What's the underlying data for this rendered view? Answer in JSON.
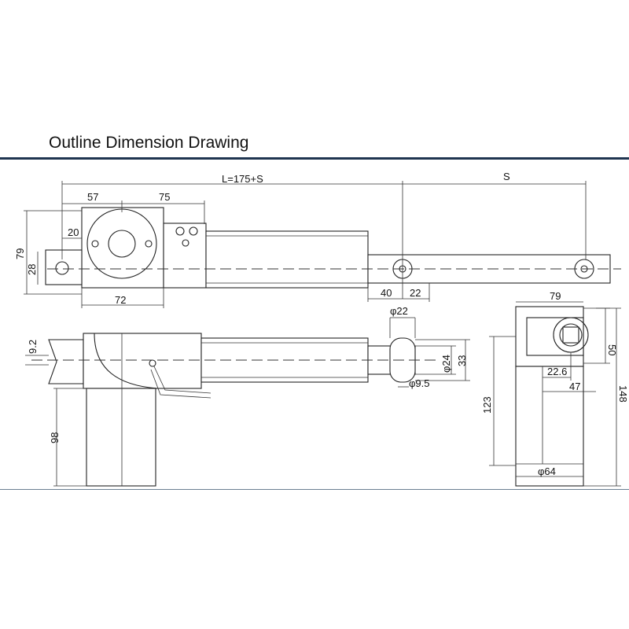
{
  "title": "Outline Dimension Drawing",
  "dimensions": {
    "top_view": {
      "overall_length": "L=175+S",
      "stroke": "S",
      "d57": "57",
      "d75": "75",
      "d20": "20",
      "d79": "79",
      "d28": "28",
      "d72": "72",
      "d40": "40",
      "d22": "22"
    },
    "side_view": {
      "d9_2": "9.2",
      "phi22": "φ22",
      "phi24": "φ24",
      "d33": "33",
      "phi9_5": "φ9.5",
      "d98": "98"
    },
    "end_view": {
      "d79": "79",
      "d50": "50",
      "d22_6": "22.6",
      "d47": "47",
      "d148": "148",
      "d123": "123",
      "phi64": "φ64"
    }
  }
}
